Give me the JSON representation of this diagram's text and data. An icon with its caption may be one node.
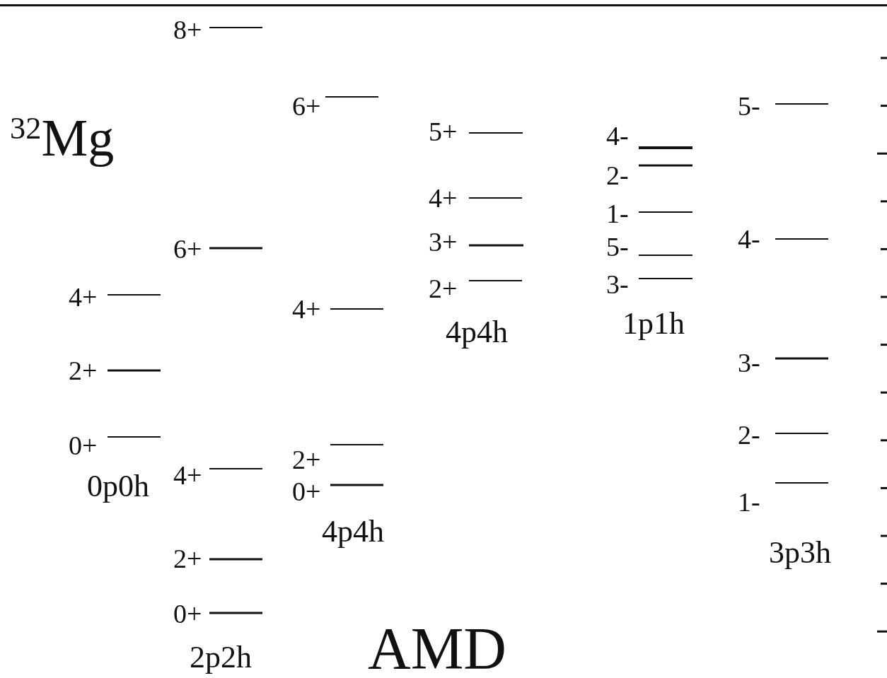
{
  "diagram": {
    "labels": [
      "$^{32}$Mg",
      "8+",
      "6+",
      "6+",
      "5+",
      "5-",
      "4-",
      "4+",
      "2-",
      "3+",
      "1-",
      "4-",
      "5-",
      "4+",
      "2+",
      "3-",
      "4+",
      "4p4h",
      "1p1h",
      "2+",
      "3-",
      "0+",
      "2+",
      "2-",
      "0p0h",
      "4+",
      "0+",
      "1-",
      "4p4h",
      "2+",
      "3p3h",
      "0+",
      "2p2h",
      "AMD"
    ]
  }
}
